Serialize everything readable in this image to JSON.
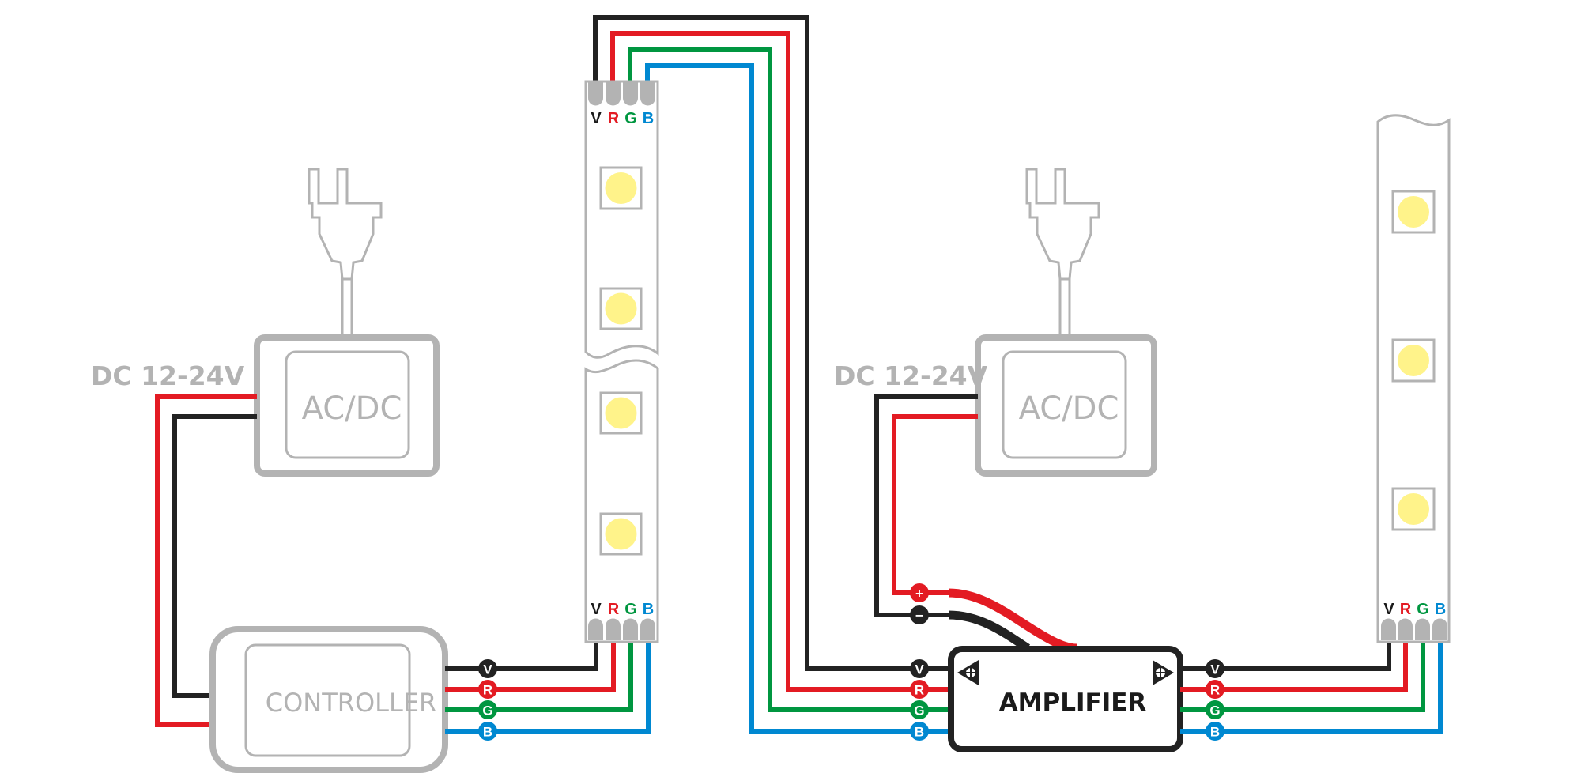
{
  "colors": {
    "black": "#222222",
    "red": "#e31b23",
    "green": "#009640",
    "blue": "#0088d1",
    "gray": "#b3b3b3",
    "led": "#fff38a"
  },
  "left_circuit": {
    "voltage_label": "DC 12-24V",
    "power_supply_label": "AC/DC",
    "controller_label": "CONTROLLER",
    "controller_badges": [
      "V",
      "R",
      "G",
      "B"
    ]
  },
  "right_circuit": {
    "voltage_label": "DC 12-24V",
    "power_supply_label": "AC/DC",
    "amplifier_label": "AMPLIFIER",
    "power_badges": [
      "+",
      "−"
    ],
    "input_badges": [
      "V",
      "R",
      "G",
      "B"
    ],
    "output_badges": [
      "V",
      "R",
      "G",
      "B"
    ]
  },
  "strip_pins": [
    "V",
    "R",
    "G",
    "B"
  ],
  "strips": {
    "left_strip": {
      "top_connector": true,
      "bottom_connector": true,
      "led_count": 4
    },
    "right_strip": {
      "top_connector": false,
      "bottom_connector": true,
      "led_count": 3
    }
  }
}
